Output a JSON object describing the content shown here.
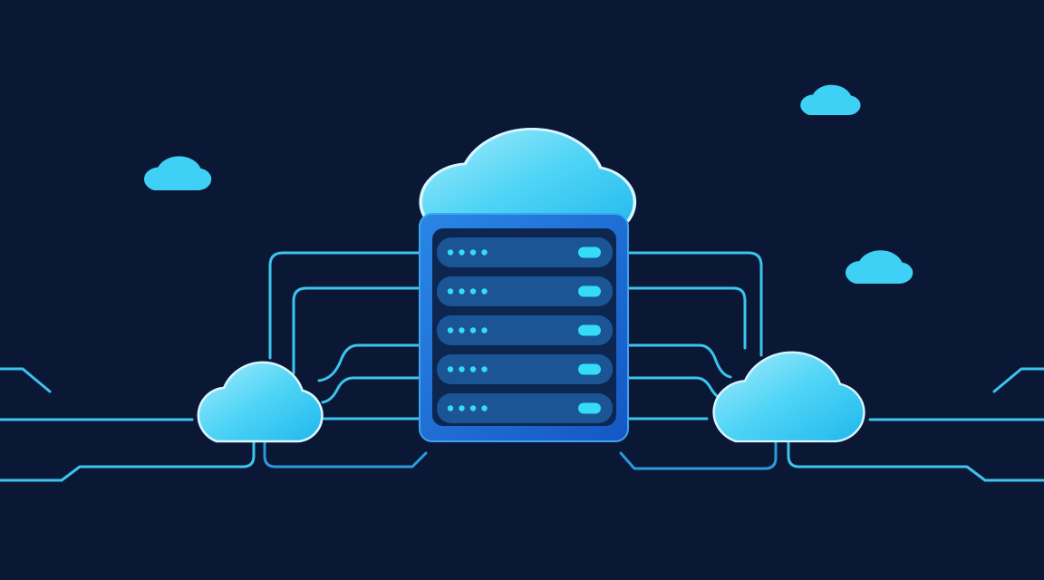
{
  "scene": {
    "subject": "cloud-server-network",
    "server_slots": 5,
    "slot_indicator_dots": 4
  },
  "colors": {
    "background": "#0a1836",
    "wire": "#3cc4ee",
    "wire_dim": "#1f6fc4",
    "cloud_light": "#9fe9fb",
    "cloud_main": "#2fc8f2",
    "cloud_outline": "#d8f6ff",
    "server_body": "#1e6ad4",
    "server_panel": "#0c2650",
    "server_slot": "#1c5596",
    "indicator": "#35dcf7"
  }
}
